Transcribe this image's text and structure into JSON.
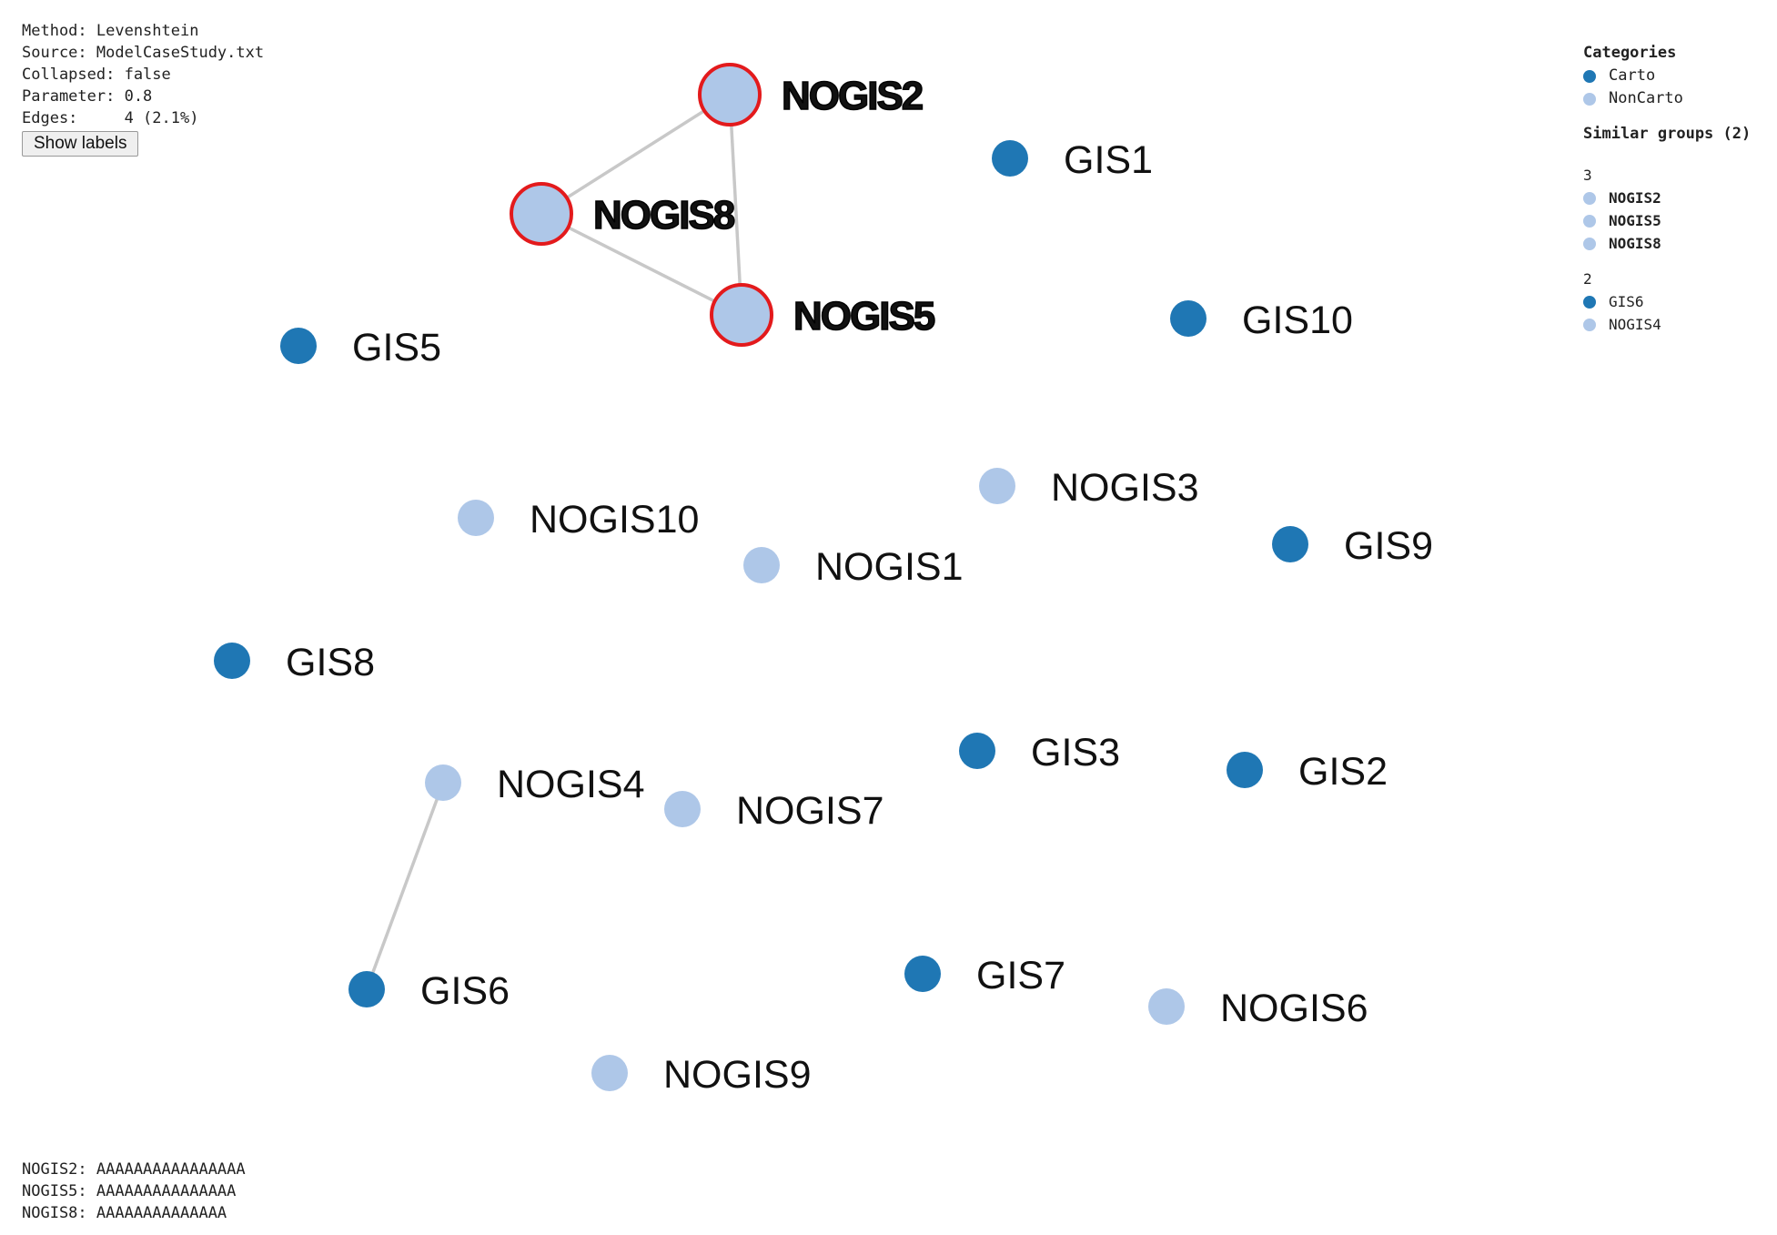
{
  "info": {
    "method": "Method: Levenshtein",
    "source": "Source: ModelCaseStudy.txt",
    "collapsed": "Collapsed: false",
    "parameter": "Parameter: 0.8",
    "edges": "Edges:     4 (2.1%)",
    "show_labels_button": "Show labels"
  },
  "colors": {
    "carto": "#1f77b4",
    "noncarto": "#aec7e8",
    "highlight": "#e31a1c",
    "edge": "#c8c8c8"
  },
  "legend": {
    "categories_title": "Categories",
    "categories": [
      {
        "label": "Carto",
        "color": "#1f77b4"
      },
      {
        "label": "NonCarto",
        "color": "#aec7e8"
      }
    ],
    "groups_title": "Similar groups (2)",
    "groups": [
      {
        "size": "3",
        "members": [
          {
            "label": "NOGIS2",
            "color": "#aec7e8"
          },
          {
            "label": "NOGIS5",
            "color": "#aec7e8"
          },
          {
            "label": "NOGIS8",
            "color": "#aec7e8"
          }
        ]
      },
      {
        "size": "2",
        "members": [
          {
            "label": "GIS6",
            "color": "#1f77b4"
          },
          {
            "label": "NOGIS4",
            "color": "#aec7e8"
          }
        ]
      }
    ]
  },
  "nodes": [
    {
      "id": "NOGIS2",
      "category": "NonCarto",
      "highlighted": true
    },
    {
      "id": "NOGIS8",
      "category": "NonCarto",
      "highlighted": true
    },
    {
      "id": "NOGIS5",
      "category": "NonCarto",
      "highlighted": true
    },
    {
      "id": "GIS1",
      "category": "Carto",
      "highlighted": false
    },
    {
      "id": "GIS10",
      "category": "Carto",
      "highlighted": false
    },
    {
      "id": "GIS5",
      "category": "Carto",
      "highlighted": false
    },
    {
      "id": "NOGIS3",
      "category": "NonCarto",
      "highlighted": false
    },
    {
      "id": "NOGIS10",
      "category": "NonCarto",
      "highlighted": false
    },
    {
      "id": "NOGIS1",
      "category": "NonCarto",
      "highlighted": false
    },
    {
      "id": "GIS9",
      "category": "Carto",
      "highlighted": false
    },
    {
      "id": "GIS8",
      "category": "Carto",
      "highlighted": false
    },
    {
      "id": "GIS3",
      "category": "Carto",
      "highlighted": false
    },
    {
      "id": "GIS2",
      "category": "Carto",
      "highlighted": false
    },
    {
      "id": "NOGIS4",
      "category": "NonCarto",
      "highlighted": false
    },
    {
      "id": "NOGIS7",
      "category": "NonCarto",
      "highlighted": false
    },
    {
      "id": "GIS6",
      "category": "Carto",
      "highlighted": false
    },
    {
      "id": "GIS7",
      "category": "Carto",
      "highlighted": false
    },
    {
      "id": "NOGIS6",
      "category": "NonCarto",
      "highlighted": false
    },
    {
      "id": "NOGIS9",
      "category": "NonCarto",
      "highlighted": false
    }
  ],
  "edges": [
    {
      "source": "NOGIS2",
      "target": "NOGIS8"
    },
    {
      "source": "NOGIS2",
      "target": "NOGIS5"
    },
    {
      "source": "NOGIS8",
      "target": "NOGIS5"
    },
    {
      "source": "NOGIS4",
      "target": "GIS6"
    }
  ],
  "sequences": [
    "NOGIS2: AAAAAAAAAAAAAAAA",
    "NOGIS5: AAAAAAAAAAAAAAA",
    "NOGIS8: AAAAAAAAAAAAAA"
  ]
}
